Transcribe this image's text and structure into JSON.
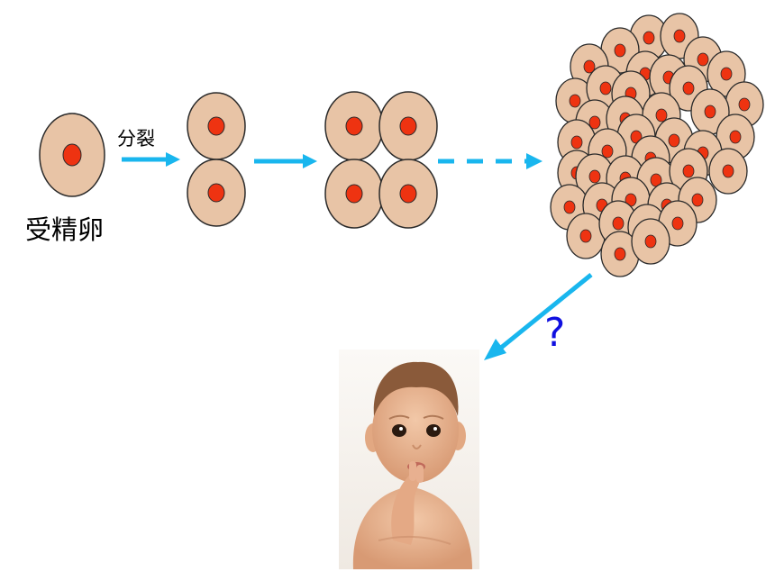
{
  "labels": {
    "zygote": "受精卵",
    "division": "分裂",
    "question": "?"
  },
  "colors": {
    "cell_fill": "#e8c4a6",
    "cell_stroke": "#2a2a2a",
    "nucleus_fill": "#ee3311",
    "arrow": "#19b6ee",
    "question": "#1010e0",
    "baby_skin": "#e8b28f",
    "baby_background": "#f6f3ef"
  },
  "icons": {
    "baby": "baby-photo",
    "arrows": "right-arrow-icon"
  }
}
